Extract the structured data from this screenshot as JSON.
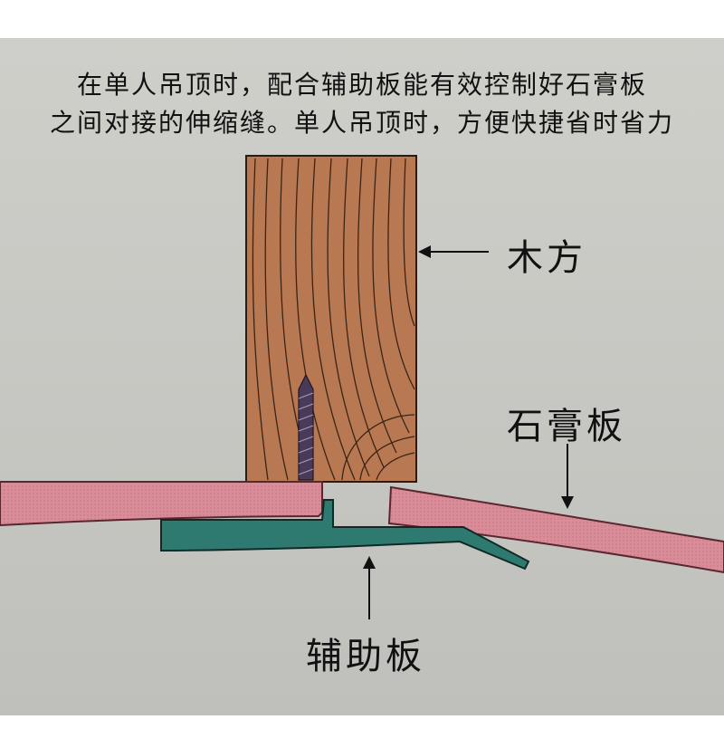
{
  "caption": {
    "line1": "在单人吊顶时，配合辅助板能有效控制好石膏板",
    "line2": "之间对接的伸缩缝。单人吊顶时，方便快捷省时省力"
  },
  "labels": {
    "wood": "木方",
    "gypsum": "石膏板",
    "plate": "辅助板"
  },
  "colors": {
    "background": "#c9c9c4",
    "wood": "#b87852",
    "wood_grain": "#3a2416",
    "gypsum": "#d98d98",
    "gypsum_edge": "#5a2630",
    "plate": "#2f7a70",
    "plate_edge": "#0f2a26",
    "screw": "#4a3a5a"
  }
}
